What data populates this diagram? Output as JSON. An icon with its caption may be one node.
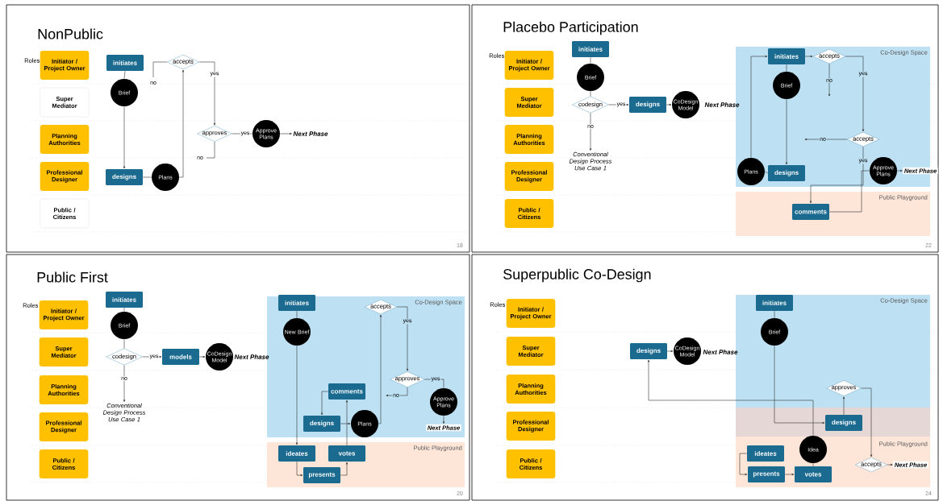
{
  "diagram": {
    "nodes": [
      {
        "text": [
          "NonPublic",
          "Roles",
          "18"
        ]
      },
      {
        "text": [
          "Initiator / Project Owner"
        ],
        "in": 0
      },
      {
        "text": [
          "Super Mediator"
        ],
        "in": 0
      },
      {
        "text": [
          "Planning Authorities"
        ],
        "in": 0
      },
      {
        "text": [
          "Professional Designer"
        ],
        "in": 0
      },
      {
        "text": [
          "Public / Citizens"
        ],
        "in": 0
      },
      {
        "text": [
          "initiates"
        ],
        "in": 0
      },
      {
        "text": [
          "Brief"
        ],
        "in": 0
      },
      {
        "text": [
          "accepts"
        ],
        "in": 0
      },
      {
        "text": [
          "approves"
        ],
        "in": 0
      },
      {
        "text": [
          "Approve Plans"
        ],
        "in": 0
      },
      {
        "text": [
          "Next Phase"
        ],
        "in": 0
      },
      {
        "text": [
          "designs"
        ],
        "in": 0
      },
      {
        "text": [
          "Plans"
        ],
        "in": 0
      },
      {
        "text": [
          "Placebo Participation",
          "Roles",
          "22"
        ]
      },
      {
        "text": [
          "Initiator / Project Owner"
        ],
        "in": 14
      },
      {
        "text": [
          "Super Mediator"
        ],
        "in": 14
      },
      {
        "text": [
          "Planning Authorities"
        ],
        "in": 14
      },
      {
        "text": [
          "Professional Designer"
        ],
        "in": 14
      },
      {
        "text": [
          "Public / Citizens"
        ],
        "in": 14
      },
      {
        "text": [
          "initiates"
        ],
        "in": 14
      },
      {
        "text": [
          "Brief"
        ],
        "in": 14
      },
      {
        "text": [
          "codesign"
        ],
        "in": 14
      },
      {
        "text": [
          "designs"
        ],
        "in": 14
      },
      {
        "text": [
          "CoDesign Model"
        ],
        "in": 14
      },
      {
        "text": [
          "Next Phase"
        ],
        "in": 14
      },
      {
        "text": [
          "Conventional Design Process Use Case 1"
        ],
        "in": 14
      },
      {
        "text": [
          "Co-Design Space"
        ],
        "in": 14
      },
      {
        "text": [
          "initiates"
        ],
        "in": 27
      },
      {
        "text": [
          "accepts"
        ],
        "in": 27
      },
      {
        "text": [
          "Brief"
        ],
        "in": 27
      },
      {
        "text": [
          "accepts"
        ],
        "in": 27
      },
      {
        "text": [
          "Plans"
        ],
        "in": 27
      },
      {
        "text": [
          "designs"
        ],
        "in": 27
      },
      {
        "text": [
          "Public Playground"
        ],
        "in": 14
      },
      {
        "text": [
          "comments"
        ],
        "in": 34
      },
      {
        "text": [
          "Approve Plans"
        ],
        "in": 27
      },
      {
        "text": [
          "Next Phase"
        ],
        "in": 14
      },
      {
        "text": [
          "Public First",
          "Roles",
          "20"
        ]
      },
      {
        "text": [
          "Initiator / Project Owner"
        ],
        "in": 38
      },
      {
        "text": [
          "Super Mediator"
        ],
        "in": 38
      },
      {
        "text": [
          "Planning Authorities"
        ],
        "in": 38
      },
      {
        "text": [
          "Professional Designer"
        ],
        "in": 38
      },
      {
        "text": [
          "Public / Citizens"
        ],
        "in": 38
      },
      {
        "text": [
          "initiates"
        ],
        "in": 38
      },
      {
        "text": [
          "Brief"
        ],
        "in": 38
      },
      {
        "text": [
          "codesign"
        ],
        "in": 38
      },
      {
        "text": [
          "models"
        ],
        "in": 38
      },
      {
        "text": [
          "CoDesign Model"
        ],
        "in": 38
      },
      {
        "text": [
          "Next Phase"
        ],
        "in": 38
      },
      {
        "text": [
          "Conventional Design Process Use Case 1"
        ],
        "in": 38
      },
      {
        "text": [
          "Co-Design Space"
        ],
        "in": 38
      },
      {
        "text": [
          "initiates"
        ],
        "in": 51
      },
      {
        "text": [
          "New Brief"
        ],
        "in": 51
      },
      {
        "text": [
          "accepts"
        ],
        "in": 51
      },
      {
        "text": [
          "approves"
        ],
        "in": 51
      },
      {
        "text": [
          "Approve Plans"
        ],
        "in": 51
      },
      {
        "text": [
          "comments"
        ],
        "in": 51
      },
      {
        "text": [
          "Next Phase"
        ],
        "in": 51
      },
      {
        "text": [
          "designs"
        ],
        "in": 51
      },
      {
        "text": [
          "Plans"
        ],
        "in": 51
      },
      {
        "text": [
          "Public Playground"
        ],
        "in": 38
      },
      {
        "text": [
          "ideates"
        ],
        "in": 61
      },
      {
        "text": [
          "votes"
        ],
        "in": 61
      },
      {
        "text": [
          "presents"
        ],
        "in": 61
      },
      {
        "text": [
          "Superpublic Co-Design",
          "Roles",
          "24"
        ]
      },
      {
        "text": [
          "Initiator / Project Owner"
        ],
        "in": 65
      },
      {
        "text": [
          "Super Mediator"
        ],
        "in": 65
      },
      {
        "text": [
          "Planning Authorities"
        ],
        "in": 65
      },
      {
        "text": [
          "Professional Designer"
        ],
        "in": 65
      },
      {
        "text": [
          "Public / Citizens"
        ],
        "in": 65
      },
      {
        "text": [
          "designs"
        ],
        "in": 65
      },
      {
        "text": [
          "CoDesign Model"
        ],
        "in": 65
      },
      {
        "text": [
          "Next Phase"
        ],
        "in": 65
      },
      {
        "text": [
          "Co-Design Space"
        ],
        "in": 65
      },
      {
        "text": [
          "initiates"
        ],
        "in": 74
      },
      {
        "text": [
          "Brief"
        ],
        "in": 74
      },
      {
        "text": [
          "approves"
        ],
        "in": 74
      },
      {
        "text": [
          "designs"
        ],
        "in": 74
      },
      {
        "text": [
          "Public Playground"
        ],
        "in": 65
      },
      {
        "text": [
          "ideates"
        ],
        "in": 79
      },
      {
        "text": [
          "Idea"
        ],
        "in": 79
      },
      {
        "text": [
          "presents"
        ],
        "in": 79
      },
      {
        "text": [
          "votes"
        ],
        "in": 79
      },
      {
        "text": [
          "accepts"
        ],
        "in": 79
      },
      {
        "text": [
          "Next Phase"
        ],
        "in": 79
      }
    ],
    "edges": [
      {
        "from": 6,
        "to": 7,
        "arrow": "none"
      },
      {
        "from": 7,
        "to": 12,
        "arrow": "to"
      },
      {
        "from": 12,
        "to": 13,
        "arrow": "none"
      },
      {
        "from": 13,
        "to": 8,
        "arrow": "to"
      },
      {
        "from": 8,
        "to": null,
        "arrow": "none",
        "label": "no"
      },
      {
        "from": 8,
        "to": 9,
        "arrow": "to",
        "label": "yes"
      },
      {
        "from": 9,
        "to": null,
        "arrow": "none",
        "label": "no"
      },
      {
        "from": 9,
        "to": 10,
        "arrow": "none",
        "label": "yes"
      },
      {
        "from": 10,
        "to": 11,
        "arrow": "to"
      },
      {
        "from": 20,
        "to": 21,
        "arrow": "none"
      },
      {
        "from": 21,
        "to": 22,
        "arrow": "none"
      },
      {
        "from": 22,
        "to": 23,
        "arrow": "to",
        "label": "yes"
      },
      {
        "from": 23,
        "to": 24,
        "arrow": "to"
      },
      {
        "from": 22,
        "to": 26,
        "arrow": "to",
        "label": "no"
      },
      {
        "from": 28,
        "to": 29,
        "arrow": "to"
      },
      {
        "from": 28,
        "to": 30,
        "arrow": "none"
      },
      {
        "from": 30,
        "to": 33,
        "arrow": "to"
      },
      {
        "from": 29,
        "to": null,
        "arrow": "to",
        "label": "no"
      },
      {
        "from": 29,
        "to": 31,
        "arrow": "to",
        "label": "yes"
      },
      {
        "from": 31,
        "to": null,
        "arrow": "to",
        "label": "no"
      },
      {
        "from": 31,
        "to": 35,
        "arrow": "to",
        "label": "yes"
      },
      {
        "from": 33,
        "to": 32,
        "arrow": "none"
      },
      {
        "from": 32,
        "to": 28,
        "arrow": "to"
      },
      {
        "from": 35,
        "to": 36,
        "arrow": "none"
      },
      {
        "from": 36,
        "to": 37,
        "arrow": "to"
      },
      {
        "from": 44,
        "to": 45,
        "arrow": "none"
      },
      {
        "from": 45,
        "to": 46,
        "arrow": "none"
      },
      {
        "from": 46,
        "to": 47,
        "arrow": "to",
        "label": "yes"
      },
      {
        "from": 47,
        "to": 48,
        "arrow": "to"
      },
      {
        "from": 46,
        "to": 50,
        "arrow": "to",
        "label": "no"
      },
      {
        "from": 52,
        "to": 53,
        "arrow": "none"
      },
      {
        "from": 53,
        "to": 62,
        "arrow": "to"
      },
      {
        "from": 62,
        "to": 64,
        "arrow": "to"
      },
      {
        "from": 64,
        "to": 63,
        "arrow": "to"
      },
      {
        "from": 63,
        "to": 57,
        "arrow": "to"
      },
      {
        "from": 57,
        "to": 59,
        "arrow": "to"
      },
      {
        "from": 59,
        "to": 60,
        "arrow": "to"
      },
      {
        "from": 60,
        "to": 54,
        "arrow": "to"
      },
      {
        "from": 54,
        "to": 55,
        "arrow": "to",
        "label": "yes"
      },
      {
        "from": 55,
        "to": 56,
        "arrow": "none",
        "label": "yes"
      },
      {
        "from": 56,
        "to": 58,
        "arrow": "to"
      },
      {
        "from": 55,
        "to": null,
        "arrow": "to",
        "label": "no"
      },
      {
        "from": 75,
        "to": 76,
        "arrow": "none"
      },
      {
        "from": 76,
        "to": 78,
        "arrow": "to"
      },
      {
        "from": 78,
        "to": 77,
        "arrow": "to"
      },
      {
        "from": 77,
        "to": 84,
        "arrow": "to"
      },
      {
        "from": 84,
        "to": 85,
        "arrow": "to"
      },
      {
        "from": 80,
        "to": 82,
        "arrow": "to"
      },
      {
        "from": 82,
        "to": 83,
        "arrow": "to"
      },
      {
        "from": 83,
        "to": 81,
        "arrow": "none"
      },
      {
        "from": 81,
        "to": 71,
        "arrow": "to"
      },
      {
        "from": 71,
        "to": 72,
        "arrow": "to"
      }
    ]
  }
}
